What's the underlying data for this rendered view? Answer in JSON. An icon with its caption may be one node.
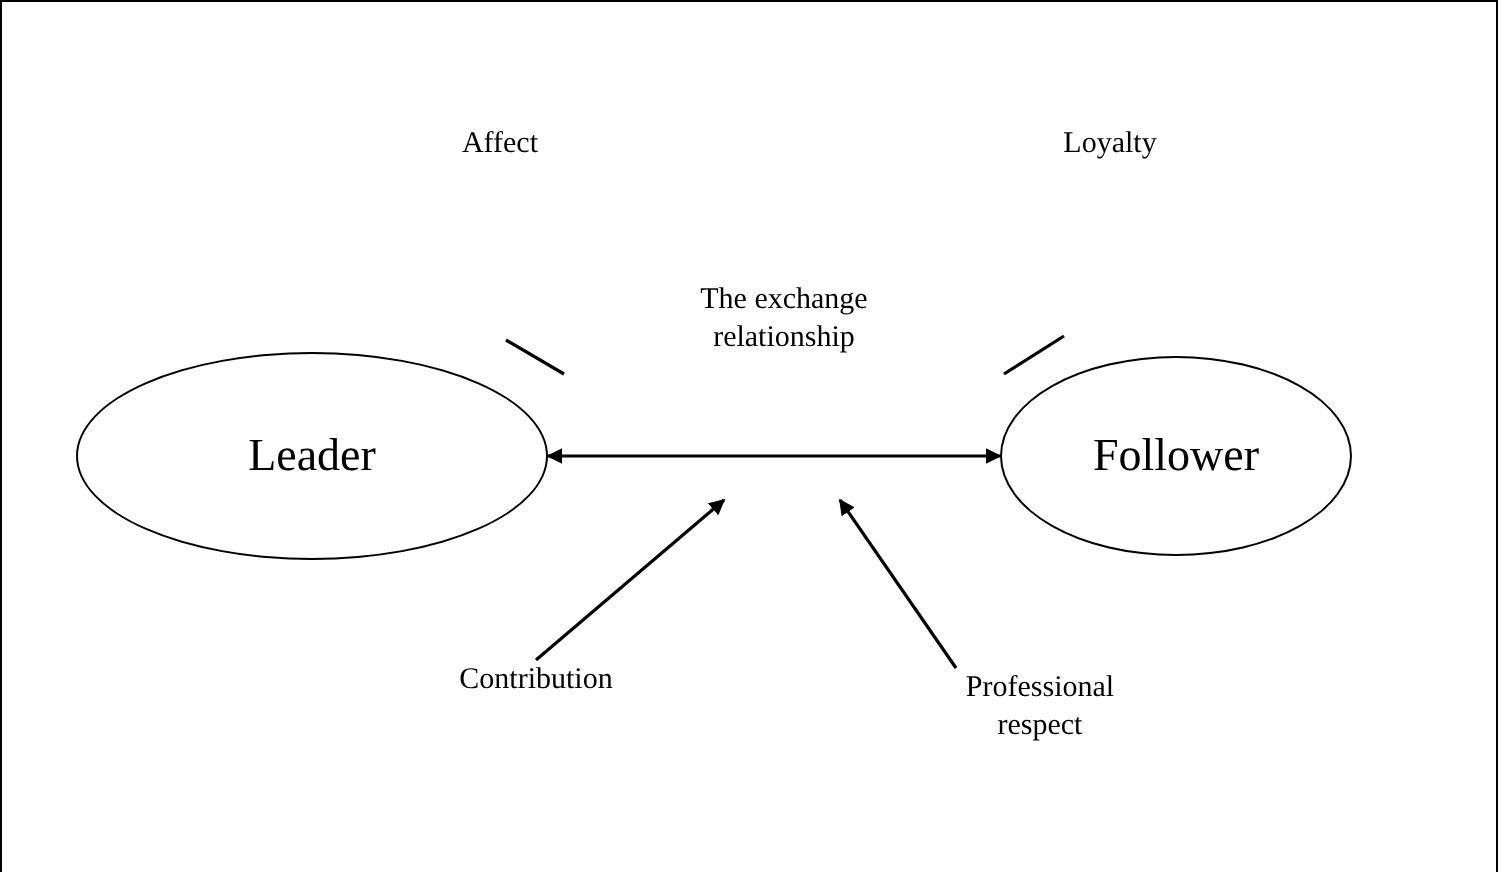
{
  "diagram": {
    "nodes": [
      {
        "text": [
          "Leader"
        ]
      },
      {
        "text": [
          "Follower"
        ]
      },
      {
        "text": [
          "Affect"
        ]
      },
      {
        "text": [
          "Loyalty"
        ]
      },
      {
        "text": [
          "Contribution"
        ]
      },
      {
        "text": [
          "Professional respect"
        ]
      }
    ],
    "edges": [
      {
        "from": 0,
        "to": 1,
        "arrow": "both",
        "label": "The exchange relationship"
      },
      {
        "from": 4,
        "to": null,
        "arrow": "to"
      },
      {
        "from": 5,
        "to": null,
        "arrow": "to"
      }
    ]
  }
}
